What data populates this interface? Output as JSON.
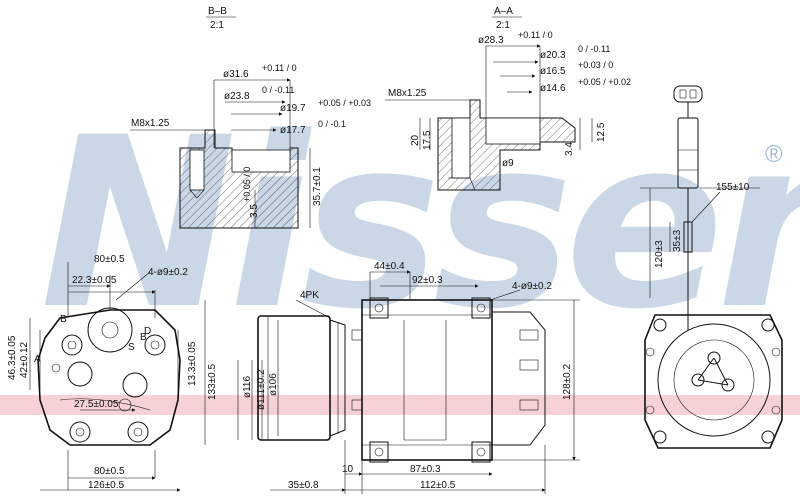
{
  "watermark": {
    "brand": "Nissens",
    "registered": "®",
    "color": "#9fb7d2",
    "band_color": "#f4c9cf"
  },
  "section_bb": {
    "title": "B–B",
    "scale": "2:1",
    "thread": "M8x1.25",
    "d1": "ø31.6",
    "d1_tol": "+0.11 / 0",
    "d2": "ø23.8",
    "d2_tol": "0 / -0.11",
    "d3": "ø19.7",
    "d3_tol": "+0.05 / +0.03",
    "d4": "ø17.7",
    "d4_tol": "0 / -0.1",
    "depth": "3.5",
    "depth_tol": "+0.05 / 0",
    "height": "35.7±0.1"
  },
  "section_aa": {
    "title": "A–A",
    "scale": "2:1",
    "thread": "M8x1.25",
    "d1": "ø28.3",
    "d1_tol": "+0.11 / 0",
    "d2": "ø20.3",
    "d2_tol": "0 / -0.11",
    "d3": "ø16.5",
    "d3_tol": "+0.03 / 0",
    "d4": "ø14.6",
    "d4_tol": "+0.05 / +0.02",
    "h1": "17.5",
    "h2": "20",
    "h3": "3.4",
    "h4": "12.5",
    "bore": "ø9"
  },
  "connector": {
    "len1": "155±10",
    "len2": "120±3",
    "len3": "35±3"
  },
  "front_view": {
    "w_top": "80±0.5",
    "w_bottom": "80±0.5",
    "w_total": "126±0.5",
    "offset1": "22.3±0.05",
    "holes": "4-ø9±0.2",
    "h1": "46.3±0.05",
    "h2": "42±0.12",
    "h3": "13.3±0.05",
    "h_total": "133±0.5",
    "offset2": "27.5±0.05",
    "label_a": "A",
    "label_b": "B",
    "label_s": "S",
    "label_d": "D",
    "label_b2": "B"
  },
  "side_view": {
    "belt": "4PK",
    "d_pulley": "ø116",
    "d_hub": "ø111±0.2",
    "d_inner": "ø106",
    "w1": "44±0.4",
    "w2": "92±0.3",
    "holes": "4-ø9±0.2",
    "height": "128±0.2",
    "l1": "10",
    "l2": "87±0.3",
    "l3": "35±0.8",
    "l_total": "112±0.5"
  }
}
